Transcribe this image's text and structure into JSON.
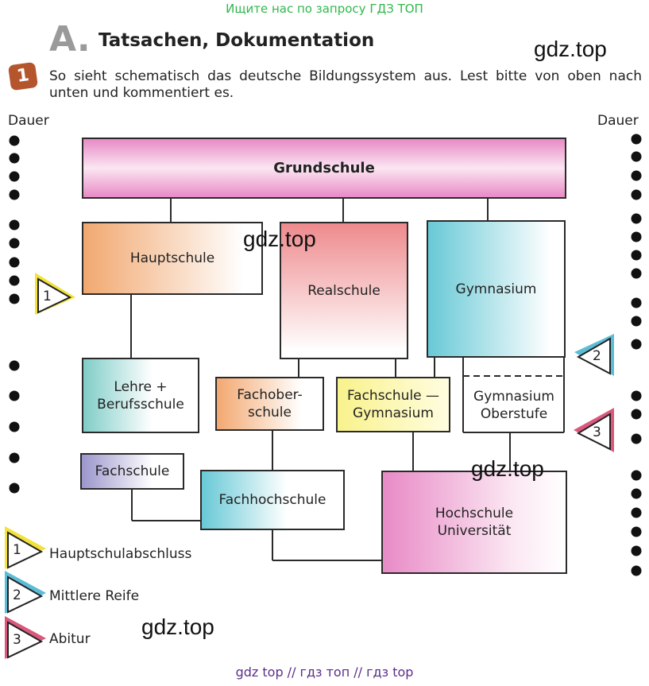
{
  "top_banner": "Ищите нас по запросу ГДЗ ТОП",
  "section": {
    "letter": "A.",
    "title": "Tatsachen,  Dokumentation"
  },
  "task": {
    "number": "1",
    "text": "So sieht schematisch das deutsche Bildungssystem aus. Lest bitte von oben nach unten und kommentiert es."
  },
  "dauer_left": "Dauer",
  "dauer_right": "Dauer",
  "watermarks": [
    "gdz.top",
    "gdz.top",
    "gdz.top",
    "gdz.top"
  ],
  "boxes": {
    "grundschule": "Grundschule",
    "hauptschule": "Hauptschule",
    "realschule": "Realschule",
    "gymnasium": "Gymnasium",
    "lehre": "Lehre  +\nBerufsschule",
    "fachoberschule": "Fachober-\nschule",
    "fachschule_gymnasium": "Fachschule —\nGymnasium",
    "gymnasium_oberstufe": "Gymnasium\nOberstufe",
    "fachschule": "Fachschule",
    "fachhochschule": "Fachhochschule",
    "hochschule": "Hochschule\nUniversität"
  },
  "markers": {
    "m1": "1",
    "m2": "2",
    "m3": "3"
  },
  "legend": [
    {
      "num": "1",
      "label": "Hauptschulabschluss",
      "color": "#f2e23a"
    },
    {
      "num": "2",
      "label": "Mittlere  Reife",
      "color": "#5bbcd6"
    },
    {
      "num": "3",
      "label": "Abitur",
      "color": "#d9587c"
    }
  ],
  "footer": "gdz top  //  гдз топ  //  гдз top"
}
